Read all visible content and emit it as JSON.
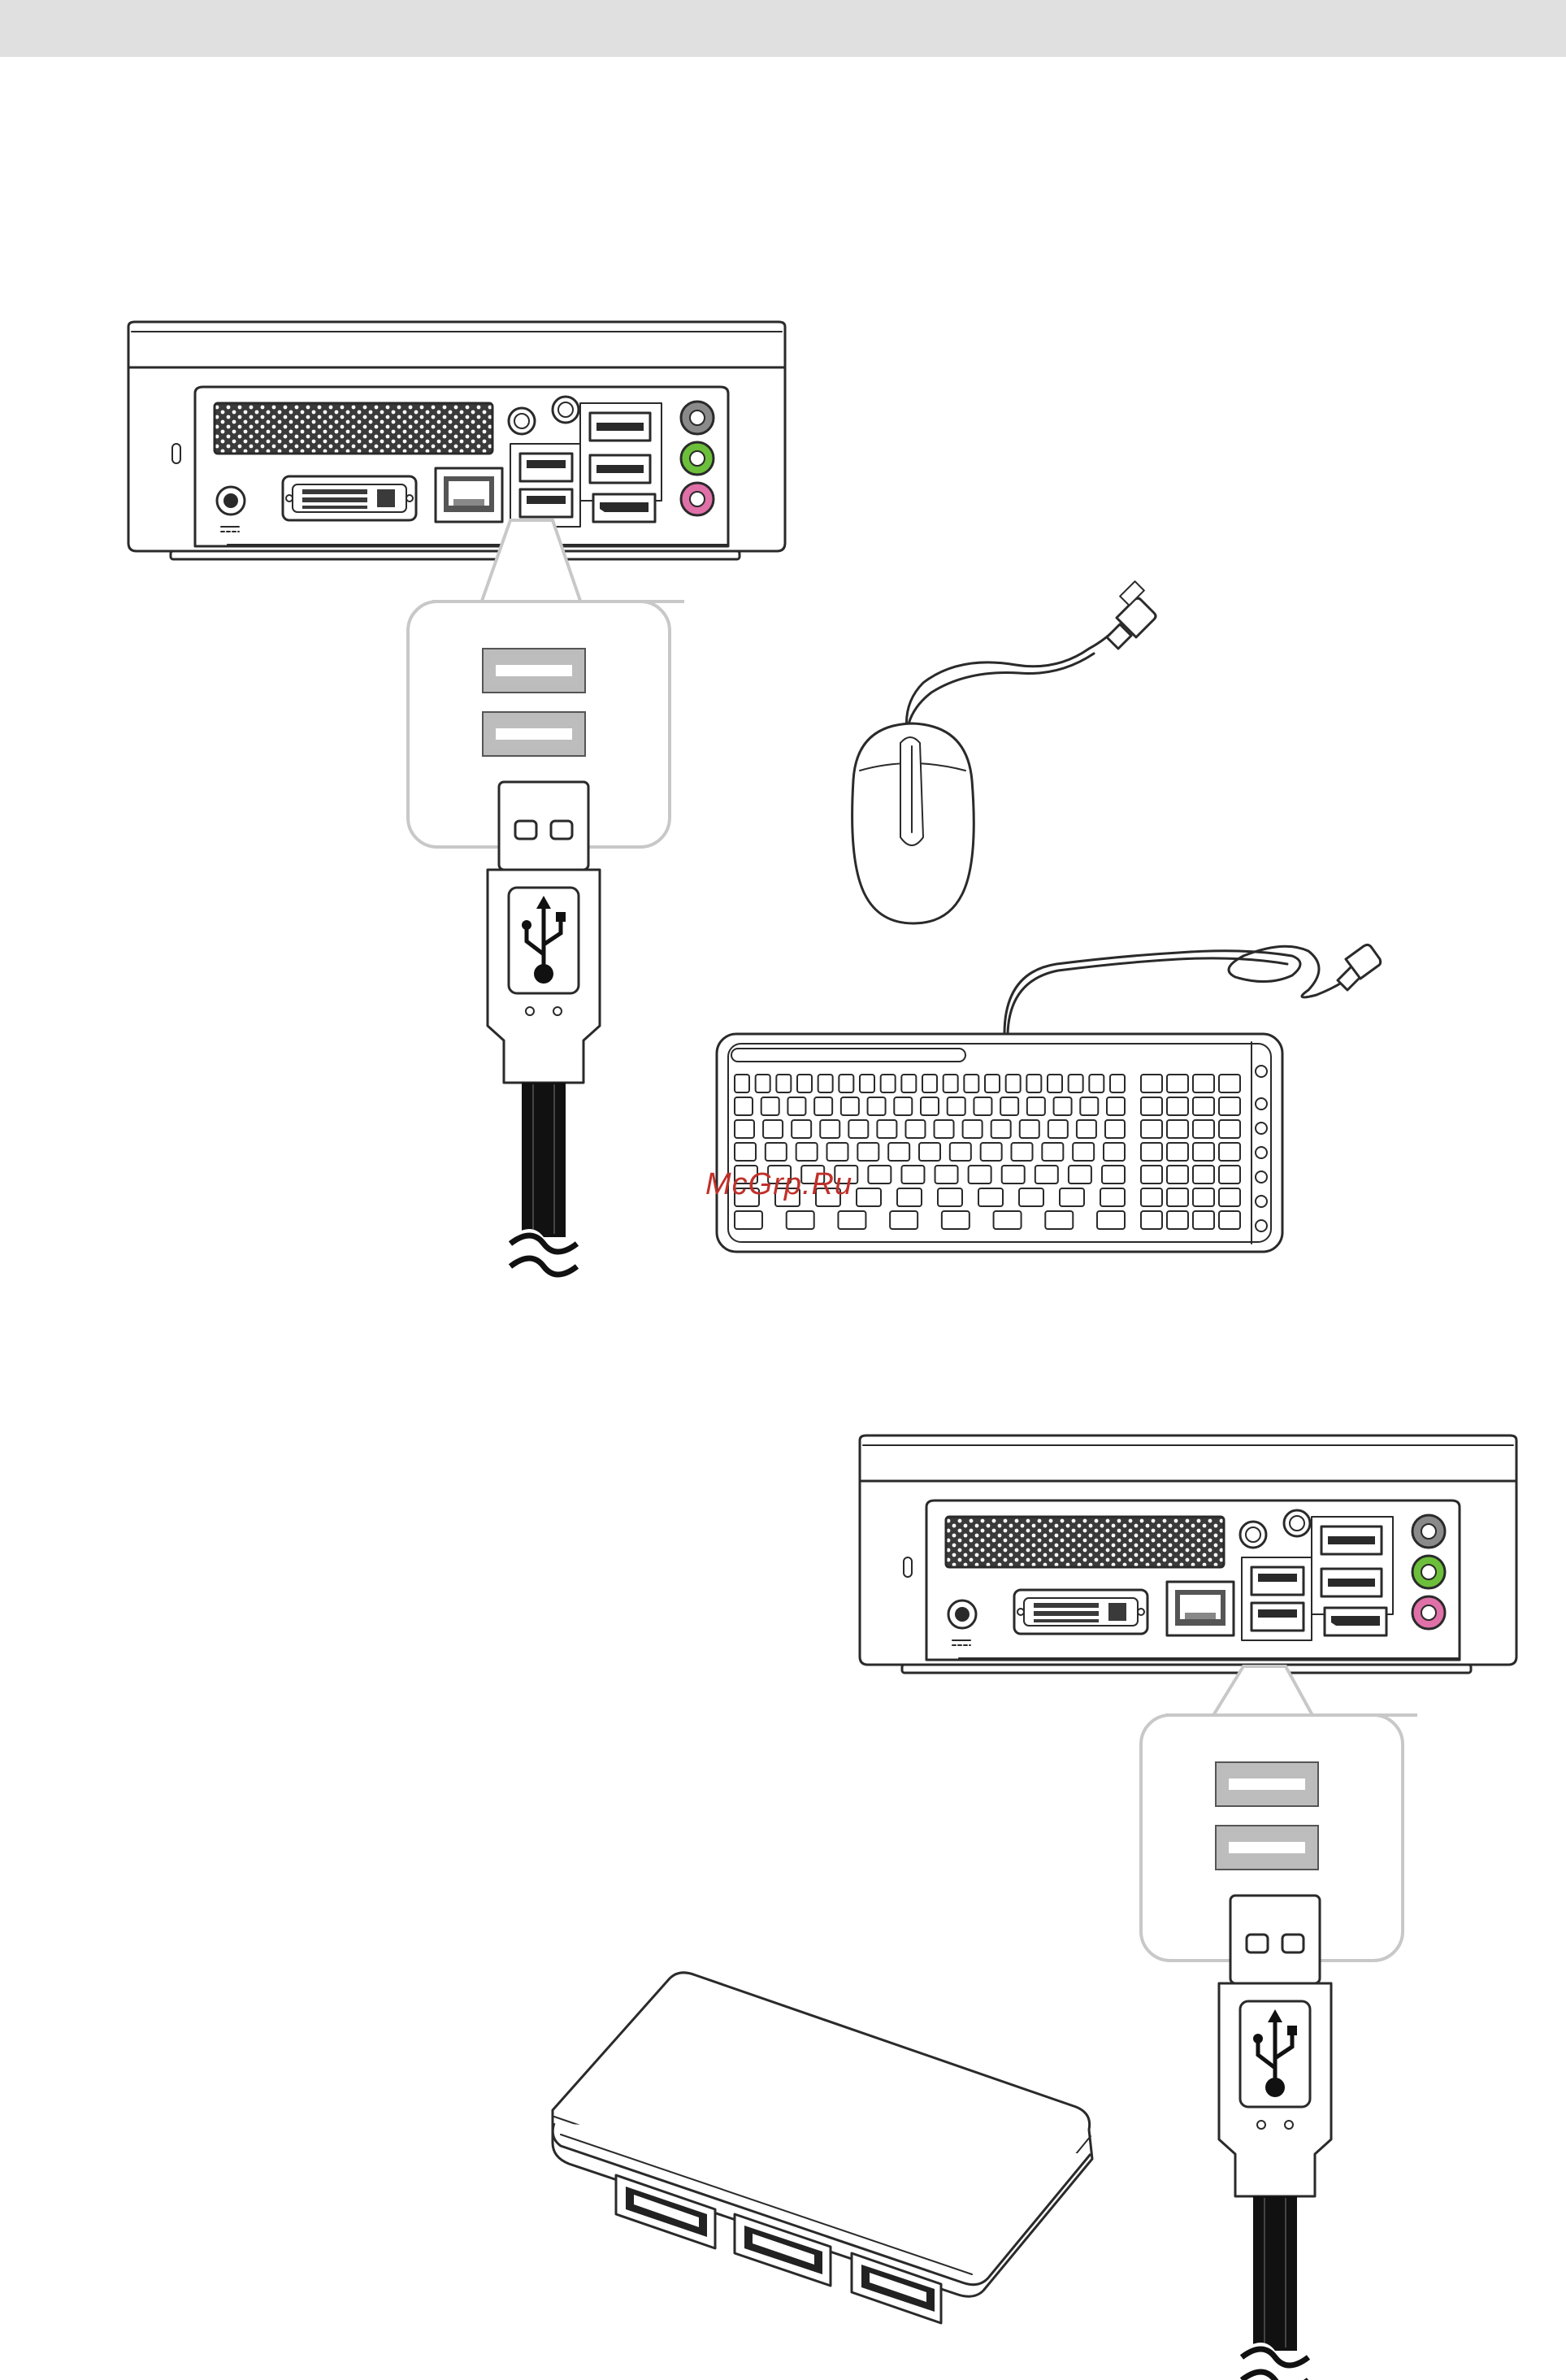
{
  "watermark": {
    "text": "McGrp.Ru",
    "color": "#c0302a"
  },
  "colors": {
    "header_bar": "#e0e0e0",
    "callout_border": "#c8c8c8",
    "line_art": "#2a2a2a",
    "audio_line_in": "#8a8a8a",
    "audio_line_out": "#6cbf3a",
    "audio_mic": "#e070a8"
  },
  "figures": [
    {
      "id": "connect-keyboard-mouse",
      "items": [
        "mini-pc-rear-icon",
        "usb-port-callout",
        "usb-plug-icon",
        "mouse-icon",
        "keyboard-icon"
      ]
    },
    {
      "id": "connect-usb-hub",
      "items": [
        "mini-pc-rear-icon",
        "usb-port-callout",
        "usb-plug-icon",
        "usb-hub-icon"
      ]
    }
  ]
}
